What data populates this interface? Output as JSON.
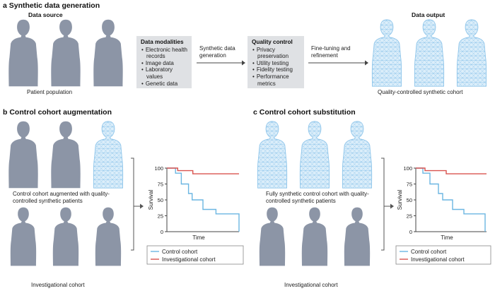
{
  "panel_a": {
    "title": "a  Synthetic data generation",
    "data_source_label": "Data source",
    "data_output_label": "Data output",
    "patient_population": "Patient population",
    "modalities_title": "Data modalities",
    "modalities": [
      "Electronic health records",
      "Image data",
      "Laboratory values",
      "Genetic data"
    ],
    "arrow1_label": "Synthetic data generation",
    "qc_title": "Quality control",
    "qc_items": [
      "Privacy preservation",
      "Utility testing",
      "Fidelity testing",
      "Performance metrics"
    ],
    "arrow2_label": "Fine-tuning and refinement",
    "output_caption": "Quality-controlled synthetic cohort"
  },
  "panel_b": {
    "title": "b  Control cohort augmentation",
    "caption_top": "Control cohort augmented with quality-controlled synthetic patients",
    "caption_bottom": "Investigational cohort"
  },
  "panel_c": {
    "title": "c  Control cohort substitution",
    "caption_top": "Fully synthetic control cohort with quality-controlled synthetic patients",
    "caption_bottom": "Investigational cohort"
  },
  "colors": {
    "real_patient": "#8c95a6",
    "synthetic_fill": "#dceefa",
    "synthetic_line": "#8ec5ea",
    "control": "#6bb6e2",
    "investigational": "#d9534f",
    "box": "#dfe1e4"
  },
  "chart_data": [
    {
      "type": "line",
      "ylabel": "Survival",
      "xlabel": "Time",
      "yticks": [
        0,
        25,
        50,
        75,
        100
      ],
      "ylim": [
        0,
        100
      ],
      "xlim": [
        0,
        10
      ],
      "series": [
        {
          "name": "Control cohort",
          "x": [
            0,
            1.2,
            1.2,
            2,
            2,
            3,
            3,
            3.5,
            3.5,
            5,
            5,
            6.8,
            6.8,
            8,
            8,
            10,
            10
          ],
          "y": [
            100,
            100,
            92,
            92,
            75,
            75,
            60,
            60,
            50,
            50,
            35,
            35,
            28,
            28,
            28,
            28,
            0
          ]
        },
        {
          "name": "Investigational cohort",
          "x": [
            0,
            1.5,
            1.5,
            3.6,
            3.6,
            10
          ],
          "y": [
            100,
            100,
            96,
            96,
            91,
            91
          ]
        }
      ]
    },
    {
      "type": "line",
      "ylabel": "Survival",
      "xlabel": "Time",
      "yticks": [
        0,
        25,
        50,
        75,
        100
      ],
      "ylim": [
        0,
        100
      ],
      "xlim": [
        0,
        10
      ],
      "series": [
        {
          "name": "Control cohort",
          "x": [
            0,
            1,
            1,
            2,
            2,
            3.2,
            3.2,
            3.8,
            3.8,
            5.2,
            5.2,
            6.8,
            6.8,
            8,
            8,
            9.8,
            9.8
          ],
          "y": [
            100,
            100,
            92,
            92,
            75,
            75,
            60,
            60,
            50,
            50,
            35,
            35,
            28,
            28,
            28,
            28,
            0
          ]
        },
        {
          "name": "Investigational cohort",
          "x": [
            0,
            1.3,
            1.3,
            4.3,
            4.3,
            10
          ],
          "y": [
            100,
            100,
            96,
            96,
            91,
            91
          ]
        }
      ]
    }
  ]
}
